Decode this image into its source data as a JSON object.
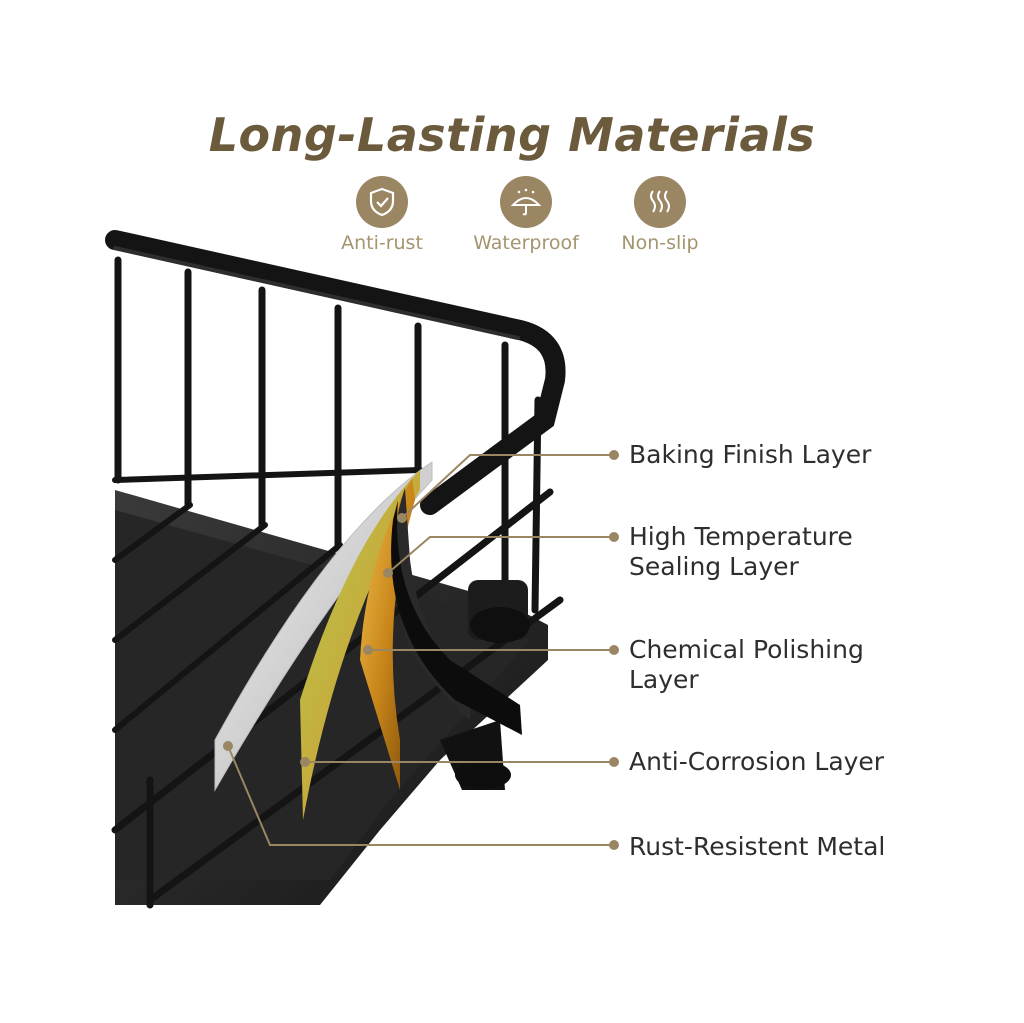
{
  "title": "Long-Lasting Materials",
  "features": [
    {
      "label": "Anti-rust",
      "icon": "shield-check-icon"
    },
    {
      "label": "Waterproof",
      "icon": "umbrella-icon"
    },
    {
      "label": "Non-slip",
      "icon": "wavy-lines-icon"
    }
  ],
  "layers": [
    {
      "lines": [
        "Baking Finish Layer"
      ]
    },
    {
      "lines": [
        "High Temperature",
        "Sealing Layer"
      ]
    },
    {
      "lines": [
        "Chemical Polishing",
        "Layer"
      ]
    },
    {
      "lines": [
        "Anti-Corrosion Layer"
      ]
    },
    {
      "lines": [
        "Rust-Resistent Metal"
      ]
    }
  ],
  "colors": {
    "accent_gold": "#9a8662",
    "title_brown": "#6b5a3c",
    "rack_black": "#1b1b1b"
  }
}
